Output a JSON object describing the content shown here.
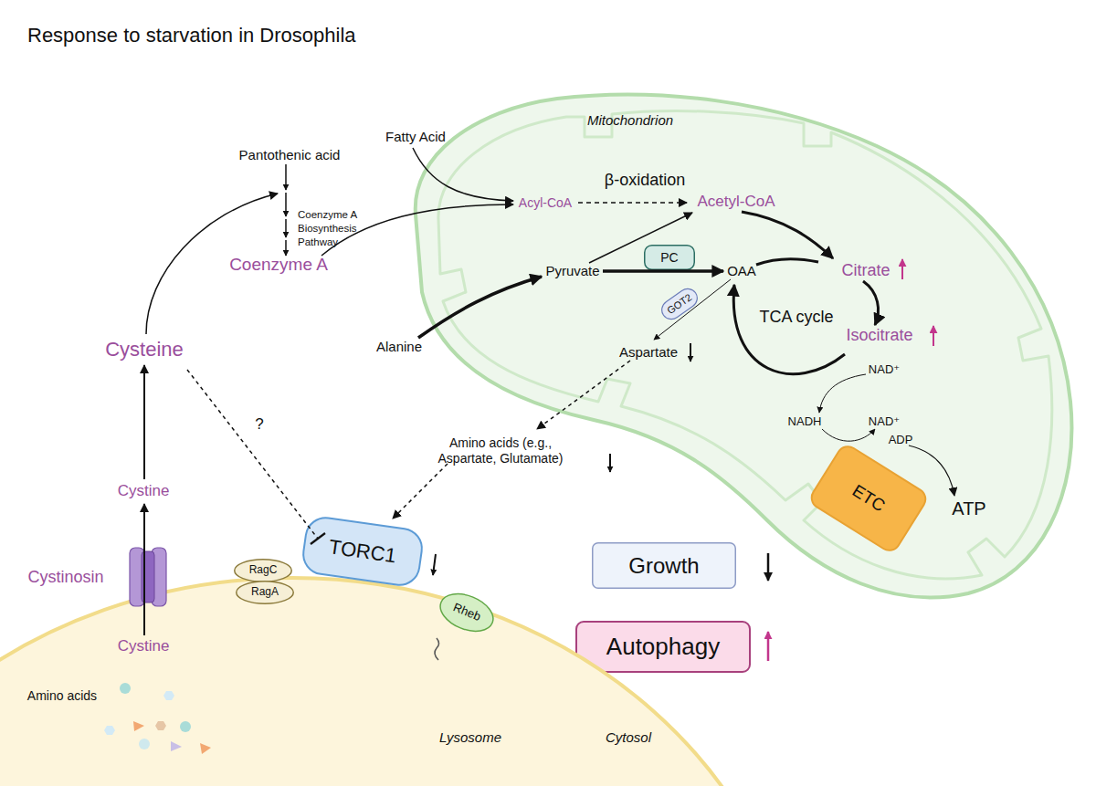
{
  "diagram": {
    "title": "Response to starvation in Drosophila",
    "nodes": [
      {
        "text": [
          "Mitochondrion"
        ]
      },
      {
        "text": [
          "PC"
        ],
        "in": 0
      },
      {
        "text": [
          "GOT2"
        ],
        "in": 0
      },
      {
        "text": [
          "ETC"
        ],
        "in": 0
      },
      {
        "text": [
          "Growth"
        ]
      },
      {
        "text": [
          "Autophagy"
        ]
      },
      {
        "text": [
          "Lysosome"
        ]
      },
      {
        "text": [
          "Cystinosin"
        ]
      },
      {
        "text": [
          "RagC"
        ]
      },
      {
        "text": [
          "RagA"
        ]
      },
      {
        "text": [
          "TORC1"
        ]
      },
      {
        "text": [
          "Rheb"
        ]
      }
    ],
    "labels": [
      "Fatty Acid",
      "β-oxidation",
      "Pantothenic acid",
      "Coenzyme A Biosynthesis Pathway",
      "Acyl-CoA",
      "Acetyl-CoA",
      "Coenzyme A",
      "Pyruvate",
      "OAA",
      "Citrate",
      "TCA cycle",
      "Isocitrate",
      "Alanine",
      "Aspartate",
      "Cysteine",
      "?",
      "NAD⁺",
      "NADH",
      "NAD⁺",
      "ADP",
      "ATP",
      "Amino acids (e.g., Aspartate, Glutamate)",
      "Cystine",
      "Cystine",
      "Amino acids",
      "Cytosol"
    ]
  }
}
